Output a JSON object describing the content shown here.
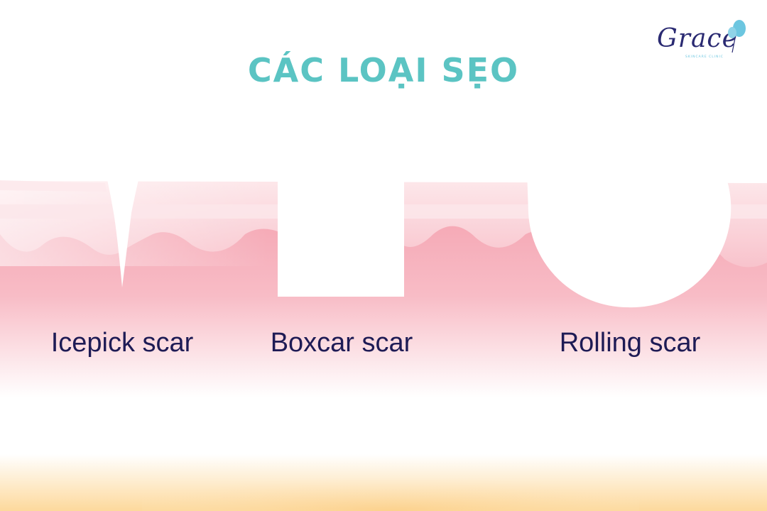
{
  "title": "CÁC LOẠI SẸO",
  "logo": {
    "wordmark": "Grace",
    "tagline": "SKINCARE CLINIC"
  },
  "scars": [
    {
      "label": "Icepick scar"
    },
    {
      "label": "Boxcar scar"
    },
    {
      "label": "Rolling scar"
    }
  ],
  "colors": {
    "title": "#5bc4c3",
    "label": "#1e1b55",
    "skin_upper": "#f8c4cc",
    "skin_deep": "#f5a4b2",
    "skin_band": "#fbe4e8",
    "base_band": "#fcd89a",
    "logo": "#2a2a72",
    "logo_accent": "#6cc6e0"
  }
}
